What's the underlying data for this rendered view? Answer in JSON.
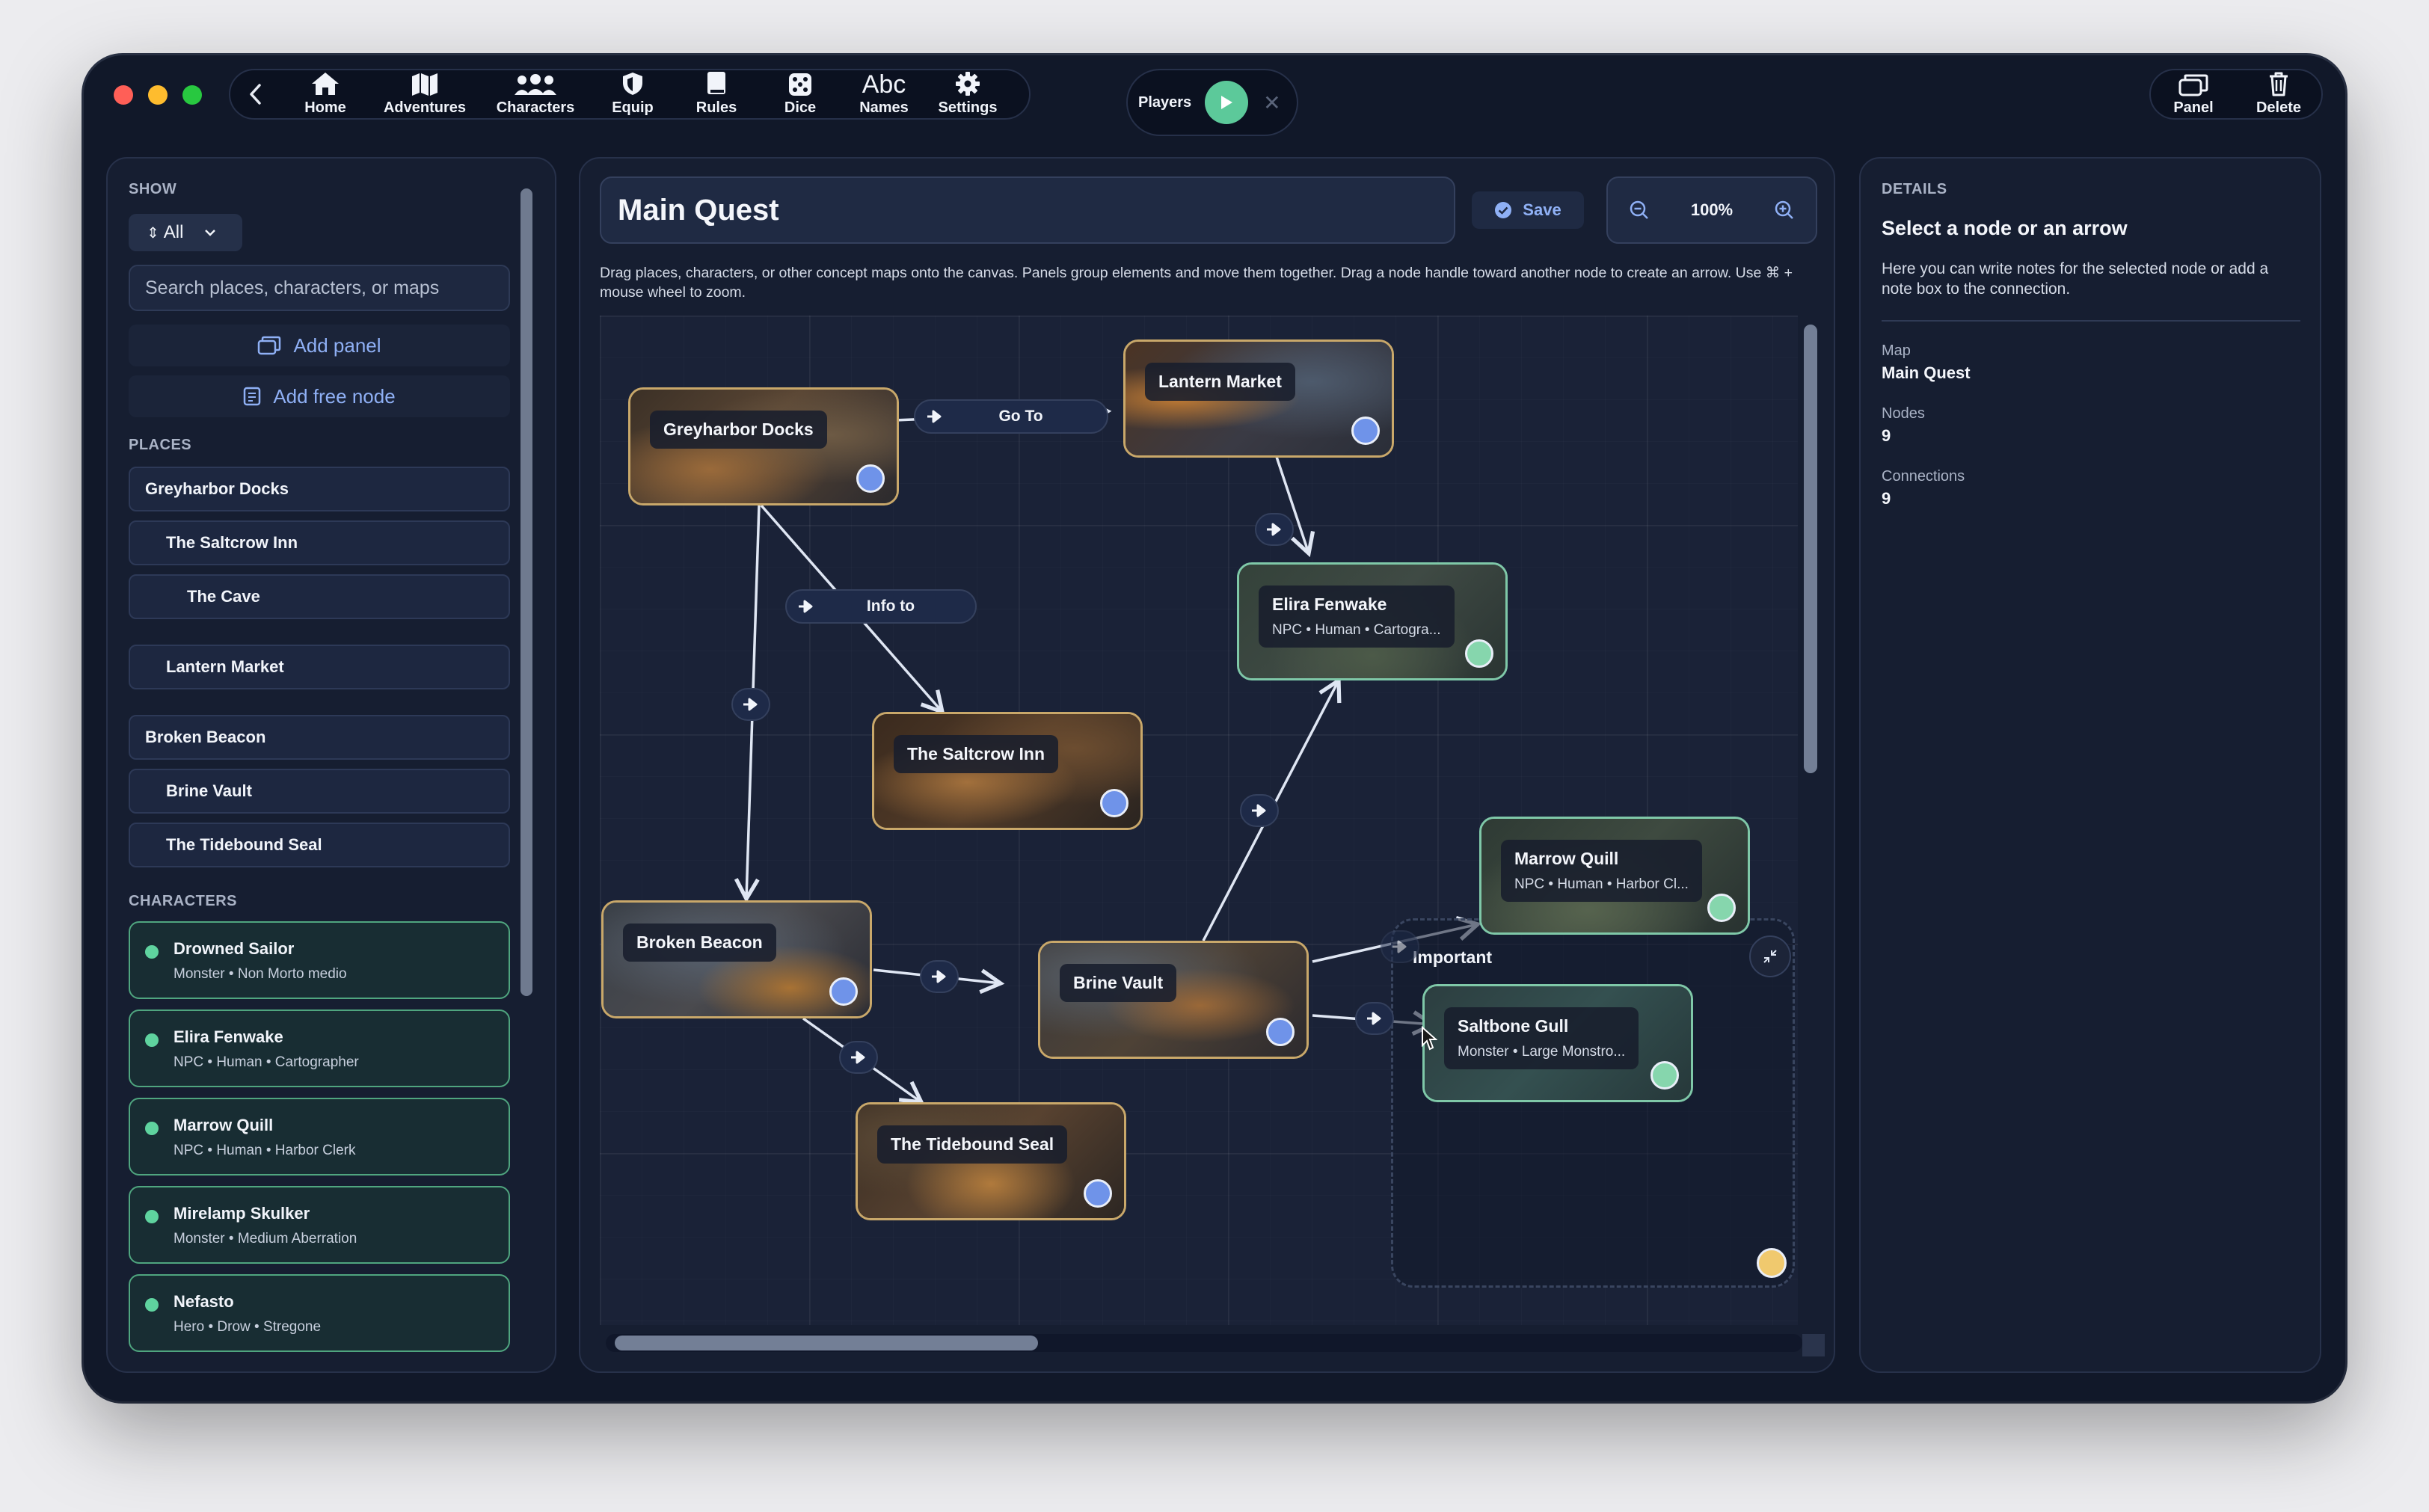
{
  "window": {
    "colors": {
      "accent": "#8fb0f5",
      "place_border": "#c9a86a",
      "character_border": "#7fc8a8",
      "character_dot": "#5fd39f",
      "play_button": "#5cc99a",
      "group_dot": "#f0c96e"
    }
  },
  "nav": {
    "back_icon": "chevron-left-icon",
    "items": [
      {
        "label": "Home",
        "icon": "home-icon"
      },
      {
        "label": "Adventures",
        "icon": "map-icon"
      },
      {
        "label": "Characters",
        "icon": "people-icon"
      },
      {
        "label": "Equip",
        "icon": "shield-icon"
      },
      {
        "label": "Rules",
        "icon": "book-icon"
      },
      {
        "label": "Dice",
        "icon": "dice-icon"
      },
      {
        "label": "Names",
        "icon": "abc-icon",
        "glyph": "Abc"
      },
      {
        "label": "Settings",
        "icon": "gear-icon"
      }
    ]
  },
  "players": {
    "label": "Players",
    "play_icon": "play-icon",
    "close_icon": "close-icon"
  },
  "top_right": {
    "panel_label": "Panel",
    "delete_label": "Delete"
  },
  "sidebar": {
    "show_label": "SHOW",
    "filter_value": "All",
    "search_placeholder": "Search places, characters, or maps",
    "add_panel": "Add panel",
    "add_free_node": "Add free node",
    "places_label": "PLACES",
    "places": [
      "Greyharbor Docks",
      "The Saltcrow Inn",
      "The Cave",
      "Lantern Market",
      "Broken Beacon",
      "Brine Vault",
      "The Tidebound Seal"
    ],
    "characters_label": "CHARACTERS",
    "characters": [
      {
        "name": "Drowned Sailor",
        "sub": "Monster • Non Morto medio"
      },
      {
        "name": "Elira Fenwake",
        "sub": "NPC • Human • Cartographer"
      },
      {
        "name": "Marrow Quill",
        "sub": "NPC • Human • Harbor Clerk"
      },
      {
        "name": "Mirelamp Skulker",
        "sub": "Monster • Medium Aberration"
      },
      {
        "name": "Nefasto",
        "sub": "Hero • Drow • Stregone"
      }
    ]
  },
  "editor": {
    "title": "Main Quest",
    "save_label": "Save",
    "zoom": "100%",
    "help": "Drag places, characters, or other concept maps onto the canvas. Panels group elements and move them together. Drag a node handle toward another node to create an arrow. Use ⌘ + mouse wheel to zoom."
  },
  "canvas": {
    "nodes": [
      {
        "id": "greyharbor",
        "label": "Greyharbor Docks",
        "kind": "place"
      },
      {
        "id": "lantern",
        "label": "Lantern Market",
        "kind": "place"
      },
      {
        "id": "elira",
        "label": "Elira Fenwake",
        "sub": "NPC • Human • Cartogra...",
        "kind": "character"
      },
      {
        "id": "saltcrow",
        "label": "The Saltcrow Inn",
        "kind": "place"
      },
      {
        "id": "beacon",
        "label": "Broken Beacon",
        "kind": "place"
      },
      {
        "id": "brine",
        "label": "Brine Vault",
        "kind": "place"
      },
      {
        "id": "tidebound",
        "label": "The Tidebound Seal",
        "kind": "place"
      },
      {
        "id": "marrow",
        "label": "Marrow Quill",
        "sub": "NPC • Human • Harbor Cl...",
        "kind": "character"
      },
      {
        "id": "saltbone",
        "label": "Saltbone Gull",
        "sub": "Monster • Large Monstro...",
        "kind": "character"
      }
    ],
    "edge_labels": {
      "go_to": "Go To",
      "info_to": "Info to"
    },
    "group": {
      "title": "Important"
    }
  },
  "details": {
    "section": "DETAILS",
    "title": "Select a node or an arrow",
    "desc": "Here you can write notes for the selected node or add a note box to the connection.",
    "map_label": "Map",
    "map_value": "Main Quest",
    "nodes_label": "Nodes",
    "nodes_value": "9",
    "connections_label": "Connections",
    "connections_value": "9"
  }
}
